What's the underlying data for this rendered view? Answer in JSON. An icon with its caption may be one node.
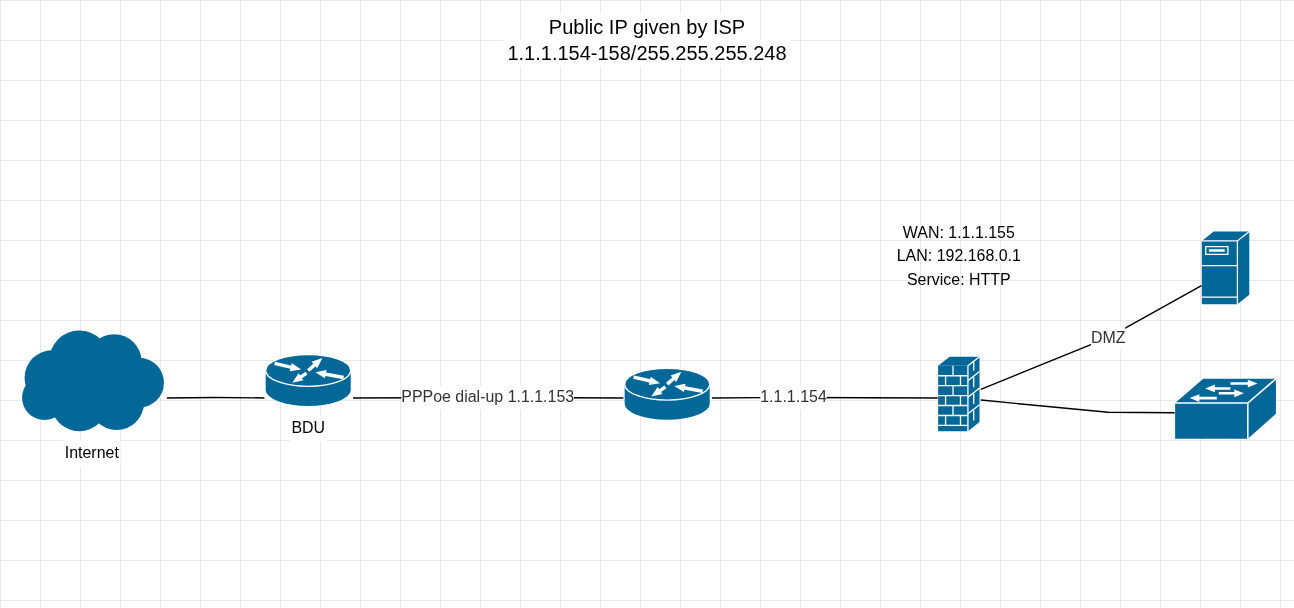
{
  "diagram": {
    "nodes": [
      {
        "text": [
          "Internet"
        ]
      },
      {
        "text": [
          "BDU"
        ]
      },
      {
        "text": [],
        "shape": "picture"
      },
      {
        "text": [],
        "shape": "picture"
      },
      {
        "text": [],
        "shape": "picture",
        "beside": [
          "WAN: 1.1.1.155",
          "LAN: 192.168.0.1",
          "Service: HTTP"
        ]
      },
      {
        "text": [],
        "shape": "picture"
      }
    ],
    "edges": [
      {
        "from": 0,
        "to": 1,
        "arrow": "none"
      },
      {
        "from": 1,
        "to": 2,
        "arrow": "none",
        "label": "PPPoe dial-up 1.1.1.153"
      },
      {
        "from": 2,
        "to": 3,
        "arrow": "none",
        "label": "1.1.1.154"
      },
      {
        "from": 3,
        "to": 4,
        "arrow": "none",
        "label": "DMZ"
      },
      {
        "from": 3,
        "to": 5,
        "arrow": "none"
      }
    ],
    "labels": [
      "Public IP given by ISP",
      "1.1.1.154-158/255.255.255.248"
    ]
  }
}
